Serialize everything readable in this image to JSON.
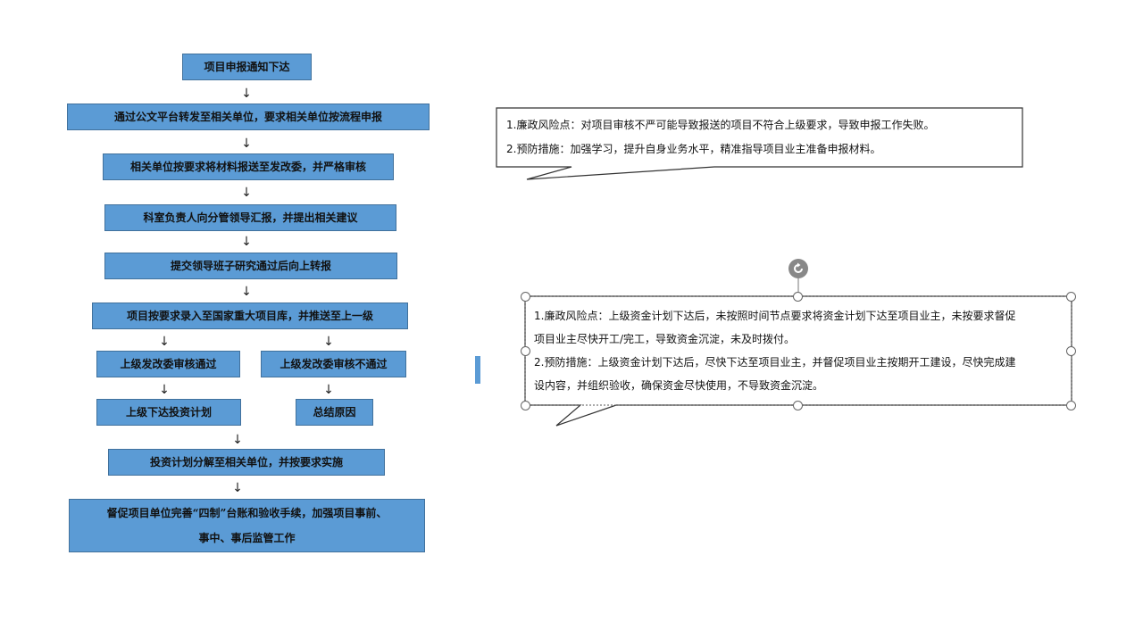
{
  "flow": {
    "step1": "项目申报通知下达",
    "step2": "通过公文平台转发至相关单位，要求相关单位按流程申报",
    "step3": "相关单位按要求将材料报送至发改委，并严格审核",
    "step4": "科室负责人向分管领导汇报，并提出相关建议",
    "step5": "提交领导班子研究通过后向上转报",
    "step6": "项目按要求录入至国家重大项目库，并推送至上一级",
    "pass": "上级发改委审核通过",
    "fail": "上级发改委审核不通过",
    "plan": "上级下达投资计划",
    "reason": "总结原因",
    "decompose": "投资计划分解至相关单位，并按要求实施",
    "final_line1": "督促项目单位完善“四制”台账和验收手续，加强项目事前、",
    "final_line2": "事中、事后监管工作",
    "arrow": "↓"
  },
  "callout1": {
    "line1": "1.廉政风险点：对项目审核不严可能导致报送的项目不符合上级要求，导致申报工作失败。",
    "line2": "2.预防措施：加强学习，提升自身业务水平，精准指导项目业主准备申报材料。"
  },
  "callout2": {
    "line1": "1.廉政风险点：上级资金计划下达后，未按照时间节点要求将资金计划下达至项目业主，未按要求督促",
    "line2": "项目业主尽快开工/完工，导致资金沉淀，未及时拨付。",
    "line3": "2.预防措施：上级资金计划下达后，尽快下达至项目业主，并督促项目业主按期开工建设，尽快完成建",
    "line4": "设内容，并组织验收，确保资金尽快使用，不导致资金沉淀。"
  },
  "colors": {
    "box_fill": "#5b9bd5",
    "box_border": "#41719c"
  },
  "icons": {
    "rotate": "rotate-handle-icon"
  }
}
